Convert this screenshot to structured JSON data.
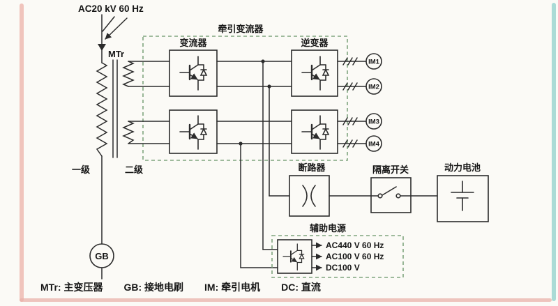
{
  "diagram": {
    "supply_label": "AC20 kV 60 Hz",
    "transformer": {
      "name": "MTr",
      "primary": "一级",
      "secondary": "二级"
    },
    "traction_converter": {
      "title": "牵引变流器",
      "converter": "变流器",
      "inverter": "逆变器"
    },
    "motors": [
      "IM1",
      "IM2",
      "IM3",
      "IM4"
    ],
    "breaker": "断路器",
    "disconnect_switch": "隔离开关",
    "battery": "动力电池",
    "aux_power": {
      "title": "辅助电源",
      "outputs": [
        "AC440 V 60 Hz",
        "AC100 V 60 Hz",
        "DC100 V"
      ]
    },
    "ground_brush": "GB"
  },
  "legend": [
    "MTr: 主变压器",
    "GB: 接地电刷",
    "IM: 牵引电机",
    "DC: 直流"
  ],
  "colors": {
    "wire": "#2b2b2b",
    "dashed_border": "#7fa57f",
    "background": "#fbfaf6",
    "edge_pink": "#eab3ab",
    "edge_teal": "#96d3ce"
  }
}
